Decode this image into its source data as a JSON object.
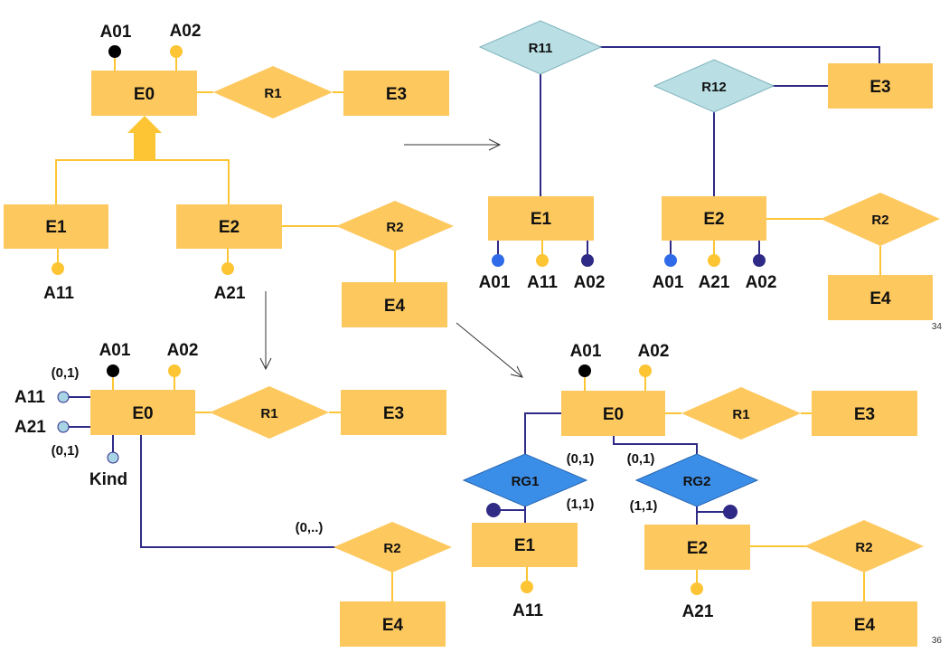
{
  "page_numbers": {
    "top": "34",
    "bottom": "36"
  },
  "colors": {
    "entity": "#fdc85e",
    "relation": "#fdc85e",
    "relation_cyan": "#b9dfe4",
    "relation_blue": "#3b8ee8",
    "line_yellow": "#fdc534",
    "line_navy": "#2e2a86",
    "attr_black": "#000000",
    "attr_yellow": "#fdc534",
    "attr_blue": "#2f6be8",
    "attr_navy": "#2e2a86",
    "attr_lightblue": "#a8d4e6"
  },
  "diagram1": {
    "entities": {
      "e0": "E0",
      "e3": "E3",
      "e1": "E1",
      "e2": "E2",
      "e4": "E4"
    },
    "relations": {
      "r1": "R1",
      "r2": "R2"
    },
    "attributes": {
      "a01": "A01",
      "a02": "A02",
      "a11": "A11",
      "a21": "A21"
    }
  },
  "diagram2": {
    "entities": {
      "e1": "E1",
      "e2": "E2",
      "e3": "E3",
      "e4": "E4"
    },
    "relations": {
      "r11": "R11",
      "r12": "R12",
      "r2": "R2"
    },
    "attributes": {
      "e1_a01": "A01",
      "e1_a11": "A11",
      "e1_a02": "A02",
      "e2_a01": "A01",
      "e2_a21": "A21",
      "e2_a02": "A02"
    }
  },
  "diagram3": {
    "entities": {
      "e0": "E0",
      "e3": "E3",
      "e4": "E4"
    },
    "relations": {
      "r1": "R1",
      "r2": "R2"
    },
    "attributes": {
      "a01": "A01",
      "a02": "A02",
      "a11": "A11",
      "a21": "A21",
      "kind": "Kind"
    },
    "cardinalities": {
      "a11": "(0,1)",
      "a21": "(0,1)",
      "r2": "(0,..)"
    }
  },
  "diagram4": {
    "entities": {
      "e0": "E0",
      "e3": "E3",
      "e1": "E1",
      "e2": "E2",
      "e4": "E4"
    },
    "relations": {
      "r1": "R1",
      "rg1": "RG1",
      "rg2": "RG2",
      "r2": "R2"
    },
    "attributes": {
      "a01": "A01",
      "a02": "A02",
      "a11": "A11",
      "a21": "A21"
    },
    "cardinalities": {
      "rg1_e0": "(0,1)",
      "rg1_e1": "(1,1)",
      "rg2_e0": "(0,1)",
      "rg2_e2": "(1,1)"
    }
  }
}
